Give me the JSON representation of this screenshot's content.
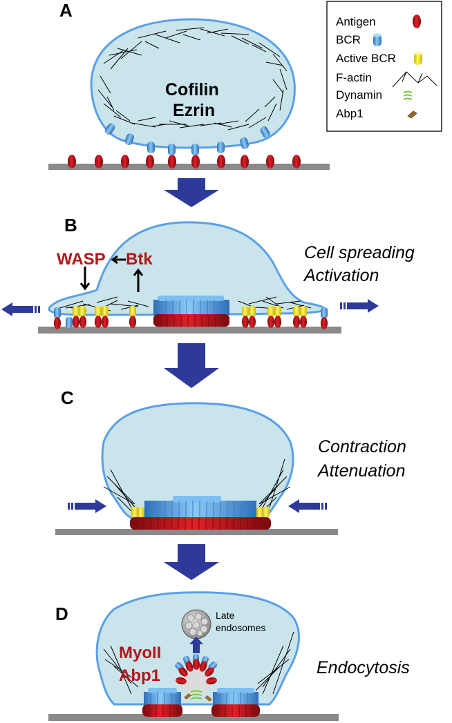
{
  "legend": {
    "items": [
      {
        "label": "Antigen",
        "icon": "antigen-icon"
      },
      {
        "label": "BCR",
        "icon": "bcr-icon"
      },
      {
        "label": "Active BCR",
        "icon": "active-bcr-icon"
      },
      {
        "label": "F-actin",
        "icon": "f-actin-icon"
      },
      {
        "label": "Dynamin",
        "icon": "dynamin-icon"
      },
      {
        "label": "Abp1",
        "icon": "abp1-icon"
      }
    ]
  },
  "panels": {
    "a": {
      "letter": "A",
      "labels": [
        "Cofilin",
        "Ezrin"
      ]
    },
    "b": {
      "letter": "B",
      "wasp": "WASP",
      "btk": "Btk",
      "caption": [
        "Cell spreading",
        "Activation"
      ]
    },
    "c": {
      "letter": "C",
      "caption": [
        "Contraction",
        "Attenuation"
      ]
    },
    "d": {
      "letter": "D",
      "proteins": [
        "MyoII",
        "Abp1"
      ],
      "endosome_label": [
        "Late",
        "endosomes"
      ],
      "caption": "Endocytosis"
    }
  },
  "colors": {
    "cell_fill": "#c9e4ea",
    "cell_outline": "#5aa0e6",
    "antigen": "#c8141c",
    "bcr": "#5aa8ea",
    "active_bcr": "#f5ec34",
    "arrow": "#2e3a9a",
    "membrane": "#8a8a8a",
    "protein_text": "#b01818",
    "dynamin": "#7acb3a",
    "abp1": "#9a6a2a"
  }
}
